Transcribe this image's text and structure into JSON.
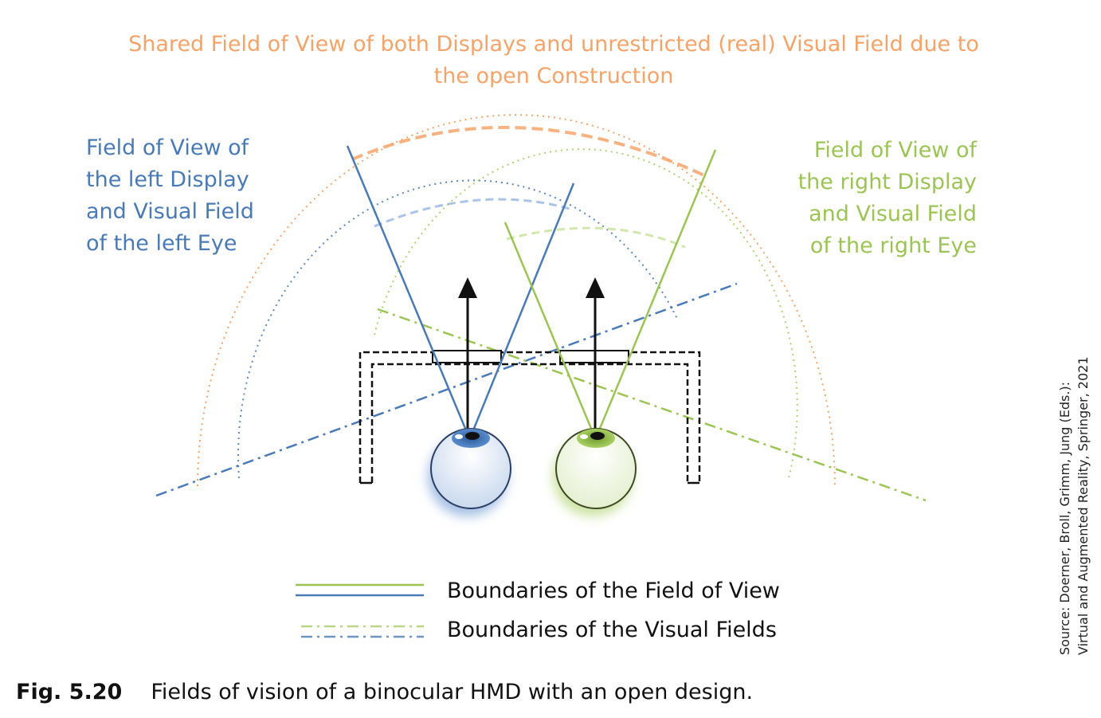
{
  "title": {
    "line1": "Shared Field of View of both Displays and unrestricted (real) Visual Field due to",
    "line2": "the open Construction"
  },
  "left_label": {
    "lines": [
      "Field of View of",
      "the left Display",
      "and Visual Field",
      "of the left Eye"
    ]
  },
  "right_label": {
    "lines": [
      "Field of View of",
      "the right Display",
      "and Visual Field",
      "of the right Eye"
    ]
  },
  "legend": {
    "solid_label": "Boundaries of the Field of View",
    "dashdot_label": "Boundaries of the Visual Fields"
  },
  "caption": {
    "figure_number": "Fig. 5.20",
    "text": "Fields of vision of a binocular HMD with an open design."
  },
  "source": {
    "line1": "Source: Doerner, Broll, Grimm, Jung (Eds.):",
    "line2": "Virtual and Augmented Reality, Springer, 2021"
  },
  "colors": {
    "orange": "#f4a46a",
    "blue": "#4a7ab5",
    "green": "#9cc454",
    "black": "#111111"
  }
}
